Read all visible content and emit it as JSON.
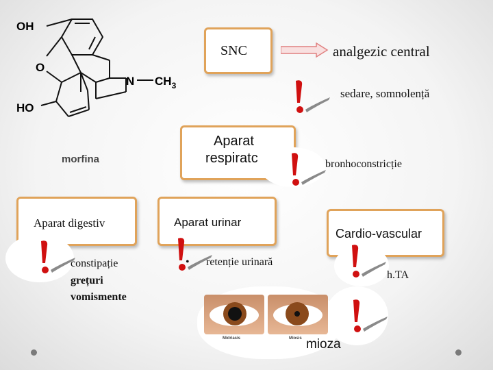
{
  "structure": {
    "oh": "OH",
    "o": "O",
    "ho": "HO",
    "n": "N",
    "ch3": "CH",
    "ch3_sub": "3",
    "caption": "morfina"
  },
  "snc": {
    "label": "SNC",
    "effect": "analgezic central",
    "side_effect": "sedare, somnolență"
  },
  "resp": {
    "label_line1": "Aparat",
    "label_line2": "respiratc",
    "effect": "bronhoconstricție"
  },
  "digestiv": {
    "label": "Aparat digestiv",
    "effects": [
      "constipație",
      "grețuri",
      "vomismente"
    ]
  },
  "urinar": {
    "label": "Aparat urinar",
    "bullet": "•",
    "effect": "retenție urinară"
  },
  "cardio": {
    "label": "Cardio-vascular",
    "effect": "h.TA"
  },
  "eyes": {
    "left_caption": "Midriasis",
    "right_caption": "Miosis",
    "effect": "mioza"
  },
  "colors": {
    "box_border": "#e0a35a",
    "arrow": "#e08080",
    "exclamation": "#d01010",
    "exclamation_shadow": "#8a8a8a"
  }
}
